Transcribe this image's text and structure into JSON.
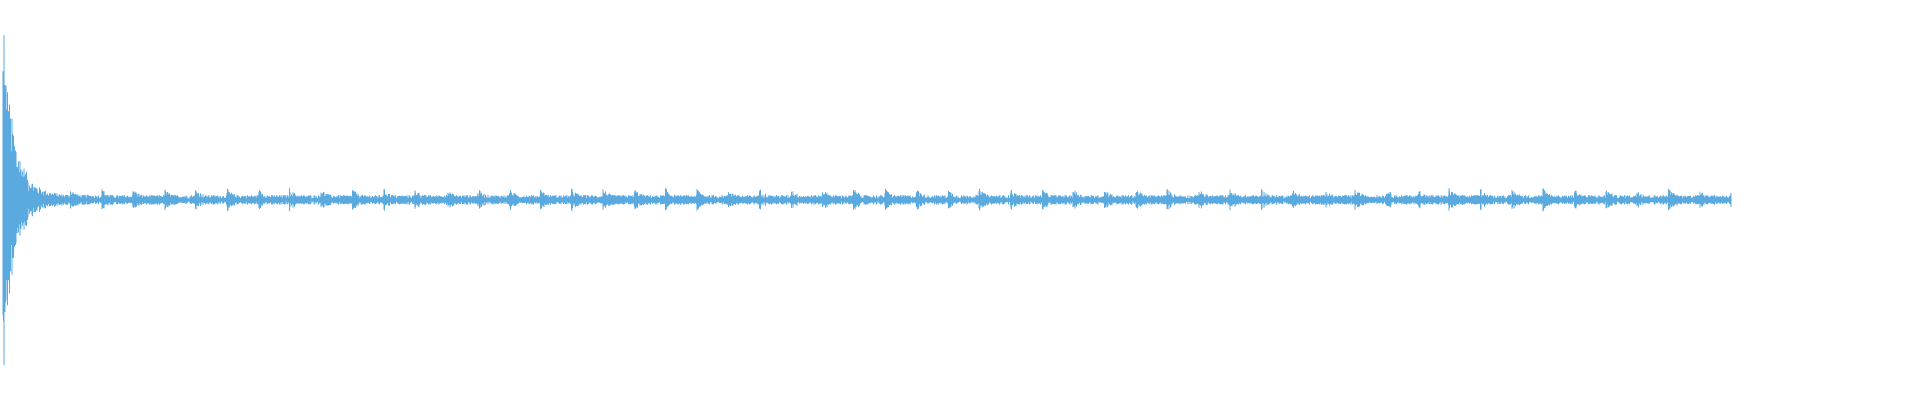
{
  "waveform": {
    "color": "#5aaae0",
    "background": "#ffffff",
    "pattern": "initial-transient-then-periodic-ticks",
    "transient_peak_amplitude": 1.0,
    "sustained_amplitude": 0.06,
    "tick_count": 53,
    "filled_fraction_of_width": 0.9
  }
}
